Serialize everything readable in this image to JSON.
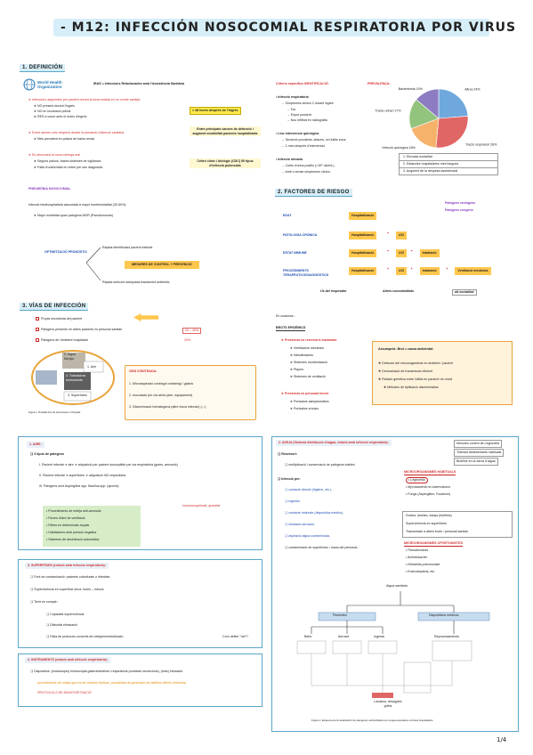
{
  "title": "- M12: INFECCIÓN NOSOCOMIAL RESPIRATORIA POR VIRUS",
  "page_number": "1/4",
  "def": {
    "heading": "1. DEFINICIÓN",
    "who_logo": "World Health Organization",
    "iras": "IRAS = Infeccions Relacionades amb l'Assistència Sanitària",
    "l1": "➤ Infeccions adquirides per pacient durant la seva estada en un centre sanitari",
    "l2": "➤ NO present durant l'ingrés",
    "l3": "➤ NO en incubació prèvia",
    "l4": "➤ RES a veure amb el motiu d'ingrés",
    "l5": "➤ Event advers més freqüent durant la prestació d'atenció sanitària",
    "l6": "➤ Més prevalent en països de baixa renda",
    "l7": "➤ Es desconeix la seva càrrega real",
    "l8": "➤ Segons països, bases sistemes de vigilància",
    "l9": "➤ Falta d'uniformitat en criteri per seu diagnòstic",
    "b1": "> 48 hores després de l'ingrés",
    "b2": "Entre principals causes de defunció i augment morbiditat pacients hospitalitzats",
    "b3": "Criteri clínic i biològic (CDC) 50 tipus d'infecció potencials",
    "pneum_head": "PNEUMÒNIA NOSOCOMIAL",
    "pneum1": "Infecció intrahospitalària associada a major morbimortalitat (30-50%)",
    "pneum2": "➤ Major mortalitat quan patogens MDR (Pseudomonas)",
    "optim": "OPTIMITZACIÓ PRONÒSTIC",
    "rapid1": "Ràpida identificació pacient infectat",
    "measures": "MESURES DE CONTROL + PREVENCIÓ",
    "rapid2": "Ràpida selecció adequada tractament antibiòtic"
  },
  "criteria": {
    "head": "Criteris específics IDENTIFICACIÓ:",
    "c1": "• Infecció respiratòria",
    "c1a": "→ Símptomes clínics 2 durant ingrés",
    "c1b": "→ Tos",
    "c1c": "→ Esput purulent",
    "c1d": "→ Nou infiltrat en radiografia",
    "c2": "• Lloc intervenció quirúrgica",
    "c2a": "→ Secreció purulenta, abscés, cel·lulitis zona",
    "c2b": "→ 1 mes després d'intervenció",
    "c3": "• Infecció urinària",
    "c3a": "→ Cultiu d'orina positiu (>10⁵ ufc/mL)",
    "c3b": "→ Amb o sense símptomes clínics"
  },
  "prevalence": {
    "head": "PREVALENÇA:",
    "list1": "1. Elevada mortalitat",
    "list2": "2. Estàncies hospitalàries més llargues",
    "list3": "3. Augment de la despesa assistencial"
  },
  "chart_data": {
    "type": "pie",
    "categories": [
      "Altres",
      "Tracte respiratori",
      "Infecció quirúrgica",
      "Tracte urinari",
      "Bacteriemia"
    ],
    "values": [
      24,
      28,
      18,
      17,
      14
    ],
    "labels": [
      "Altres 24%",
      "Tracte respiratori 28%",
      "Infecció quirúrgica 18%",
      "Tracte urinari 17%",
      "Bacteriemia 14%"
    ],
    "colors": [
      "#6fa8dc",
      "#e06666",
      "#f6b26b",
      "#93c47d",
      "#8e7cc3"
    ]
  },
  "risk": {
    "heading": "2. FACTORES DE RIESGO",
    "pat_end": "Patògens endògens",
    "pat_exo": "Patògens exògens",
    "rows": [
      {
        "label": "EDAT",
        "cells": [
          "Hospitalització"
        ]
      },
      {
        "label": "PATOLOGIA CRÒNICA",
        "cells": [
          "Hospitalització",
          "+",
          "UCI"
        ]
      },
      {
        "label": "ESTAT IMMUNE",
        "cells": [
          "Hospitalització",
          "+",
          "UCI",
          "+",
          "Intubació"
        ]
      },
      {
        "label": "PROCEDIMENTS TERAPÈUTICS/DIAGNÒSTICS",
        "cells": [
          "Hospitalització",
          "+",
          "UCI",
          "+",
          "Intubació",
          "+",
          "Ventilació mecànica"
        ]
      }
    ],
    "f1": "Ús del respirador",
    "f2": "Altres comorbiditats",
    "f3": "alt mortalitat"
  },
  "vias": {
    "heading": "3. VÍAS DE INFECCIÓN",
    "p1": "Propis microbiota del pacient",
    "p2": "Patògens presents en altres pacients i/o personal sanitari",
    "p2pct": "20 – 40%",
    "p3": "Patògens de l'ambient hospitalari",
    "p3pct": "20%",
    "ring1": "2. Aigua Menjar",
    "ring2": "1. Aire",
    "ring3": "4. Tubuladura Instruments",
    "ring4": "3. Superfícies",
    "caption": "Figura 1. Probable font de transmissió en l'hospital",
    "entry_head": "VIES D'ENTRADA:",
    "e1": "1. Microaspiració contingut orofaringi / gàstric",
    "e2": "2. Inoculació per via aèria (aire, equipament)",
    "e3": "3. Disseminació hematògena (altre focus infecció) (↓↓)",
    "occ": "En ocasions...",
    "brots": "BROTS EPIDÈMICS",
    "pres1": "➤ Presència en reservoris inanimats",
    "r1": "➤ Ventiladors mecànics",
    "r2": "➤ Nebulitzadors",
    "r3": "➤ Sistemes monitorització",
    "r4": "➤ Piques",
    "r5": "➤ Sistemes de ventilació",
    "pres2": "➤ Presència en personal tècnic",
    "r6": "➤ Portadors asimptomàtics",
    "r7": "➤ Portadors crònics",
    "assump": "Assumpció:   Brot = causa ambiental:",
    "a1": "❖ Detecció del microorganisme en ambient / pacient",
    "a2": "❖ Demostració de transmissió eficient",
    "a3": "❖ Relació genètica entre l'aïllat en pacient i en medi",
    "a4": "❖ Mètodes de tipificació discriminatius"
  },
  "aire": {
    "heading": "1. AIRE:",
    "t": "❑ 3 tipus de patògens",
    "i": "I.   Pacient infectat ➜ aire ➜ adquisició per pacient susceptible per via respiratòria (gotes, aerosols)",
    "ii": "II.  Pacient infectat ➜ superfícies ➜ adquisició NO respiratòria",
    "iii": "III. Patògens sent  Aspergillus spp.  Bacillus spp. (spores)",
    "immuno": "Immunosuprimits, gravetat",
    "g1": "• Procediments de neteja anti-aerosols",
    "g2": "• Fluxes d'aire de ventilació",
    "g3": "• Filtres en determinats espais",
    "g4": "• Habitacions amb pressió negativa",
    "g5": "• Sistemes de desinfecció automàtics"
  },
  "surf": {
    "heading": "3. SUPERFÍCIES (relació amb infecció respiratòria):",
    "s1": "❑ Font de contaminació: pacients colonitzats o infectats",
    "s2": "❑ Supervivència en superfície seca: hores – mesos",
    "s3": "❑ Tenir en compte:",
    "s4": "❑ Capacitat supervivència",
    "s5": "❑ Dificultat eliminació",
    "s6": "❑ Falta de protocols concrets de neteja/monitorització",
    "s6b": "Com definir \"net\"?"
  },
  "instr": {
    "heading": "4. INSTRUMENTS (relació amb infecció respiratòria):",
    "d1": "❑ Dispositius: (endoscopis) endoscòpia gastrointestinal i respiratòria (contacte secrecions), (tubs) intubació",
    "d2": "procediments de neteja que ha de contenir biofuan, possibilitat de generació de biofilms difícils d'eliminar",
    "d3": "PROTOCOLS DE MONITORITZACIÓ"
  },
  "aigua": {
    "heading": "2. AIGUA (Sistema distribució d'aigua, relació amb infecció respiratòria):",
    "n1": "Mesures control de Legionella",
    "n2": "Tolerant desinfectants habituals",
    "n3": "Biofilms en la xarxa d'aigua",
    "res": "❑ Reservori:",
    "res1": "❑ multiplicació i conservació de patògens viables",
    "micro_h": "MICROORGANISMES HABITUALS",
    "mh1": "• Legionella",
    "mh2": "• Mycobacteria no tuberculosos",
    "mh3": "• Fongs (Aspergillus, Fusarium)",
    "inf": "❑ Infecció per:",
    "if1": "❑ contacte directe (higiene, etc.),",
    "if2": "❑ ingestió,",
    "if3": "❑ contacte indirecte (dispositius mèdics),",
    "if4": "❑ inhalació aerosols,",
    "if5": "❑ aspiració aigua contaminada,",
    "if6": "❑ contaminació de superfícies / mans del personal...",
    "dut": "Dutxes, aixetes, banys (biofilms)",
    "dut2": "Supervivència en superfícies",
    "dut3": "Transmissió a altres fonts / personal sanitari",
    "opp_h": "MICROORGANISMES OPORTUNISTES",
    "o1": "• Pseudomonas",
    "o2": "• Acinetobacter",
    "o3": "• Klebsiella pneumoniae",
    "o4": "• Enterobacteris, etc.",
    "d_top": "Aigua sanitària",
    "d_l": "Pacientes",
    "d_r": "Dispositivos médicos",
    "d_b1": "Baño",
    "d_b2": "Aerosol",
    "d_b3": "Ingesta",
    "d_b4": "Reprocesamiento",
    "d_bottom": "Lavabos, desagües grifos",
    "d_cap": "Figura 2. Esquema de la localización de patógenos vehiculizados por el agua asociados a brotes hospitalarios."
  }
}
